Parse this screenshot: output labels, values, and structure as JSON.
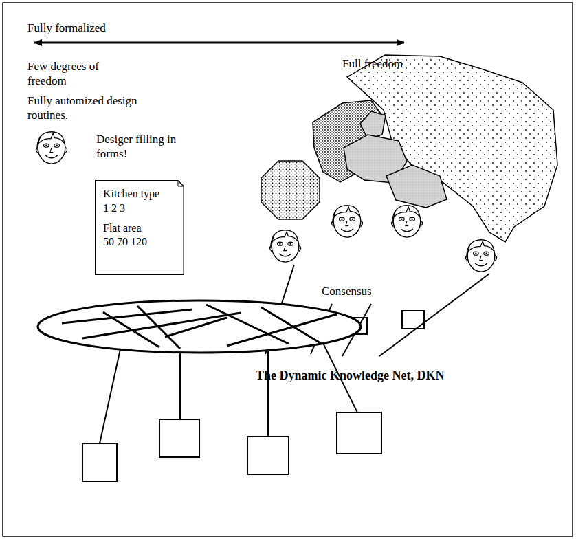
{
  "diagram": {
    "nodes": [
      {
        "text": [
          "Kitchen type",
          "1 2 3",
          "Flat area",
          "50 70 120"
        ]
      }
    ],
    "labels": [
      "Fully formalized",
      "Few degrees of freedom",
      "Full freedom",
      "Fully automized design routines.",
      "Desiger filling in forms!",
      "Consensus",
      "The Dynamic Knowledge Net, DKN"
    ]
  }
}
